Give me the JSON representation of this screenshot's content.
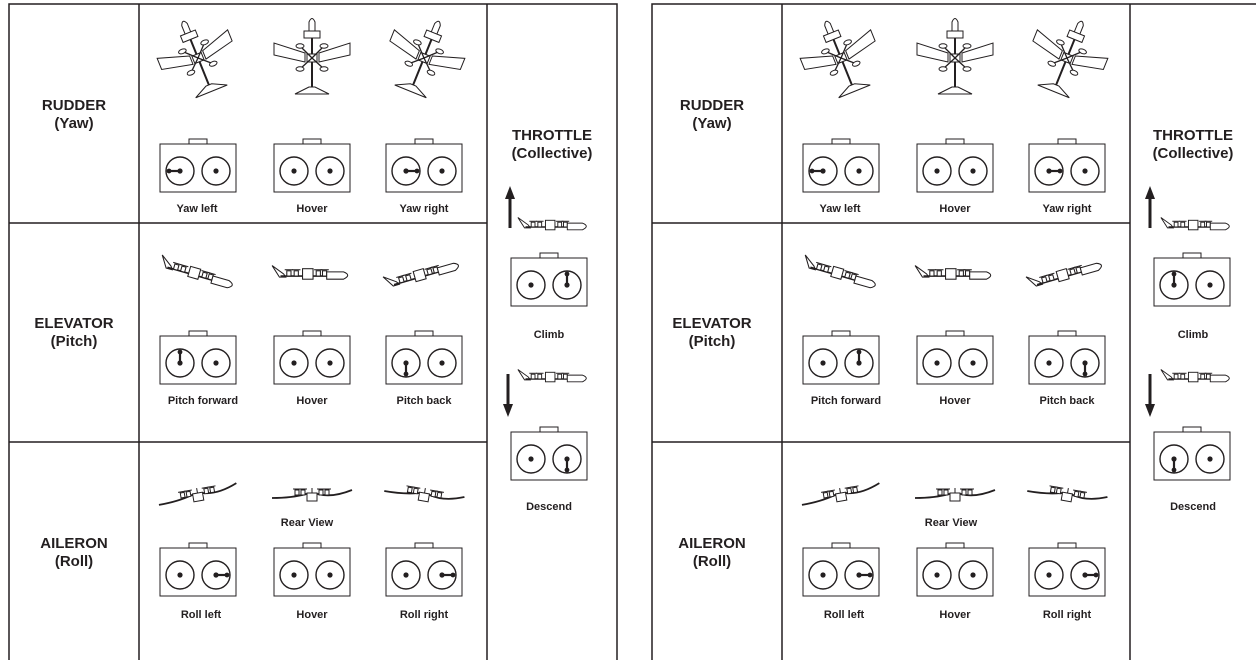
{
  "panels": [
    {
      "mode": "left",
      "rows": [
        {
          "title": "RUDDER",
          "subtitle": "(Yaw)",
          "captions": [
            "Yaw left",
            "Hover",
            "Yaw right"
          ]
        },
        {
          "title": "ELEVATOR",
          "subtitle": "(Pitch)",
          "captions": [
            "Pitch forward",
            "Hover",
            "Pitch back"
          ]
        },
        {
          "title": "AILERON",
          "subtitle": "(Roll)",
          "captions": [
            "Roll left",
            "Hover",
            "Roll right"
          ],
          "note": "Rear View"
        }
      ],
      "throttle": {
        "title": "THROTTLE",
        "subtitle": "(Collective)",
        "climb": "Climb",
        "descend": "Descend"
      }
    },
    {
      "mode": "right",
      "rows": [
        {
          "title": "RUDDER",
          "subtitle": "(Yaw)",
          "captions": [
            "Yaw left",
            "Hover",
            "Yaw right"
          ]
        },
        {
          "title": "ELEVATOR",
          "subtitle": "(Pitch)",
          "captions": [
            "Pitch forward",
            "Hover",
            "Pitch back"
          ]
        },
        {
          "title": "AILERON",
          "subtitle": "(Roll)",
          "captions": [
            "Roll left",
            "Hover",
            "Roll right"
          ],
          "note": "Rear View"
        }
      ],
      "throttle": {
        "title": "THROTTLE",
        "subtitle": "(Collective)",
        "climb": "Climb",
        "descend": "Descend"
      }
    }
  ]
}
